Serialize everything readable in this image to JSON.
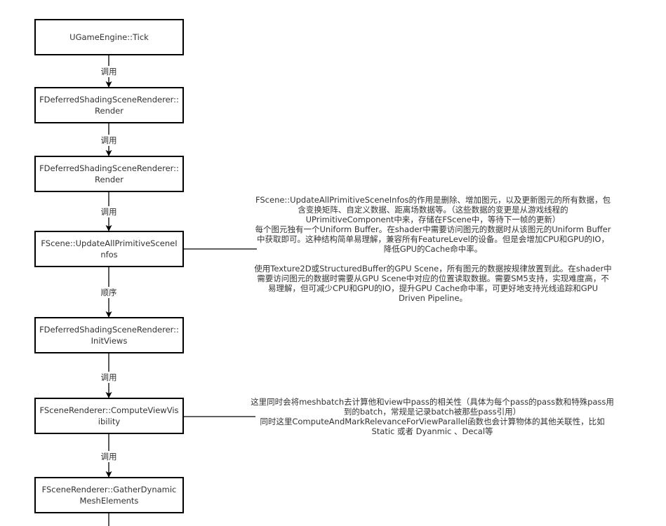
{
  "nodes": [
    {
      "id": "n1",
      "label": "UGameEngine::Tick"
    },
    {
      "id": "n2",
      "label": "FDeferredShadingSceneRenderer::Render"
    },
    {
      "id": "n3",
      "label": "FDeferredShadingSceneRenderer::Render"
    },
    {
      "id": "n4",
      "label": "FScene::UpdateAllPrimitiveSceneInfos"
    },
    {
      "id": "n5",
      "label": "FDeferredShadingSceneRenderer::InitViews"
    },
    {
      "id": "n6",
      "label": "FSceneRenderer::ComputeViewVisibility"
    },
    {
      "id": "n7",
      "label": "FSceneRenderer::GatherDynamicMeshElements"
    }
  ],
  "edges": [
    {
      "from": "n1",
      "to": "n2",
      "label": "调用"
    },
    {
      "from": "n2",
      "to": "n3",
      "label": "调用"
    },
    {
      "from": "n3",
      "to": "n4",
      "label": "调用"
    },
    {
      "from": "n4",
      "to": "n5",
      "label": "顺序"
    },
    {
      "from": "n5",
      "to": "n6",
      "label": "调用"
    },
    {
      "from": "n6",
      "to": "n7",
      "label": "调用"
    }
  ],
  "notes": {
    "update_scene_infos": {
      "lines": [
        "FScene::UpdateAllPrimitiveSceneInfos的作用是删除、增加图元，以及更新图元的所有数据，包含变换矩阵、自定义数据、距离场数据等。（这些数据的变更是从游戏线程的UPrimitiveComponent中来，存储在FScene中，等待下一帧的更新）",
        "每个图元独有一个Uniform Buffer。在shader中需要访问图元的数据时从该图元的Uniform Buffer中获取即可。这种结构简单易理解，兼容所有FeatureLevel的设备。但是会增加CPU和GPU的IO，降低GPU的Cache命中率。",
        "",
        "使用Texture2D或StructuredBuffer的GPU Scene，所有图元的数据按规律放置到此。在shader中需要访问图元的数据时需要从GPU Scene中对应的位置读取数据。需要SM5支持，实现难度高，不易理解，但可减少CPU和GPU的IO，提升GPU Cache命中率，可更好地支持光线追踪和GPU Driven Pipeline。"
      ]
    },
    "compute_view_visibility": {
      "lines": [
        "这里同时会将meshbatch去计算他和view中pass的相关性（具体为每个pass的pass数和特殊pass用到的batch，常规是记录batch被那些pass引用）",
        "同时这里ComputeAndMarkRelevanceForViewParallel函数也会计算物体的其他关联性，比如Static 或者 Dyanmic 、Decal等"
      ]
    }
  }
}
